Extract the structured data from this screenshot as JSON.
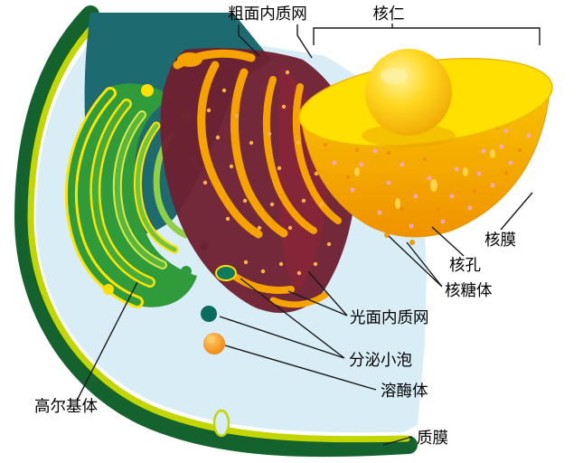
{
  "labels": {
    "rough_er": "粗面内质网",
    "nucleolus": "核仁",
    "nuclear_membrane": "核膜",
    "nuclear_pore": "核孔",
    "ribosome": "核糖体",
    "smooth_er": "光面内质网",
    "secretory_vesicle": "分泌小泡",
    "lysosome": "溶酶体",
    "golgi": "高尔基体",
    "plasma_membrane": "质膜"
  },
  "colors": {
    "membrane_green": "#14632e",
    "membrane_inner_yellowgreen": "#c3d600",
    "cytoplasm_blue": "#d9edf6",
    "cut_face_teal": "#1d6a70",
    "golgi_green": "#2f9b3a",
    "golgi_edge_yellow": "#ffe400",
    "er_maroon": "#6e2031",
    "tubule_orange": "#f6a300",
    "nucleus_yellow": "#ffe000",
    "nucleus_dome_orange": "#f0a000",
    "pore_dot_pink": "#f7a8c9",
    "label_text": "#000000"
  }
}
